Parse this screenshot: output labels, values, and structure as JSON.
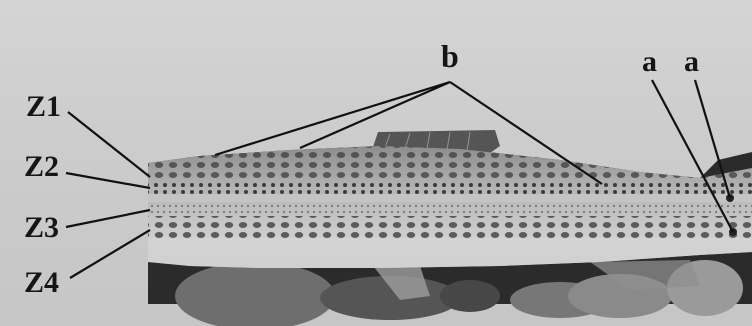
{
  "figure": {
    "labels": {
      "z1": "Z1",
      "z2": "Z2",
      "z3": "Z3",
      "z4": "Z4",
      "b": "b",
      "a1": "a",
      "a2": "a"
    }
  },
  "colors": {
    "background": "#cccccc",
    "photo_dark": "#2b2b2b",
    "fish_body": "#b9b9b9",
    "spots": "#3a3a3a",
    "label_text": "#151515"
  }
}
